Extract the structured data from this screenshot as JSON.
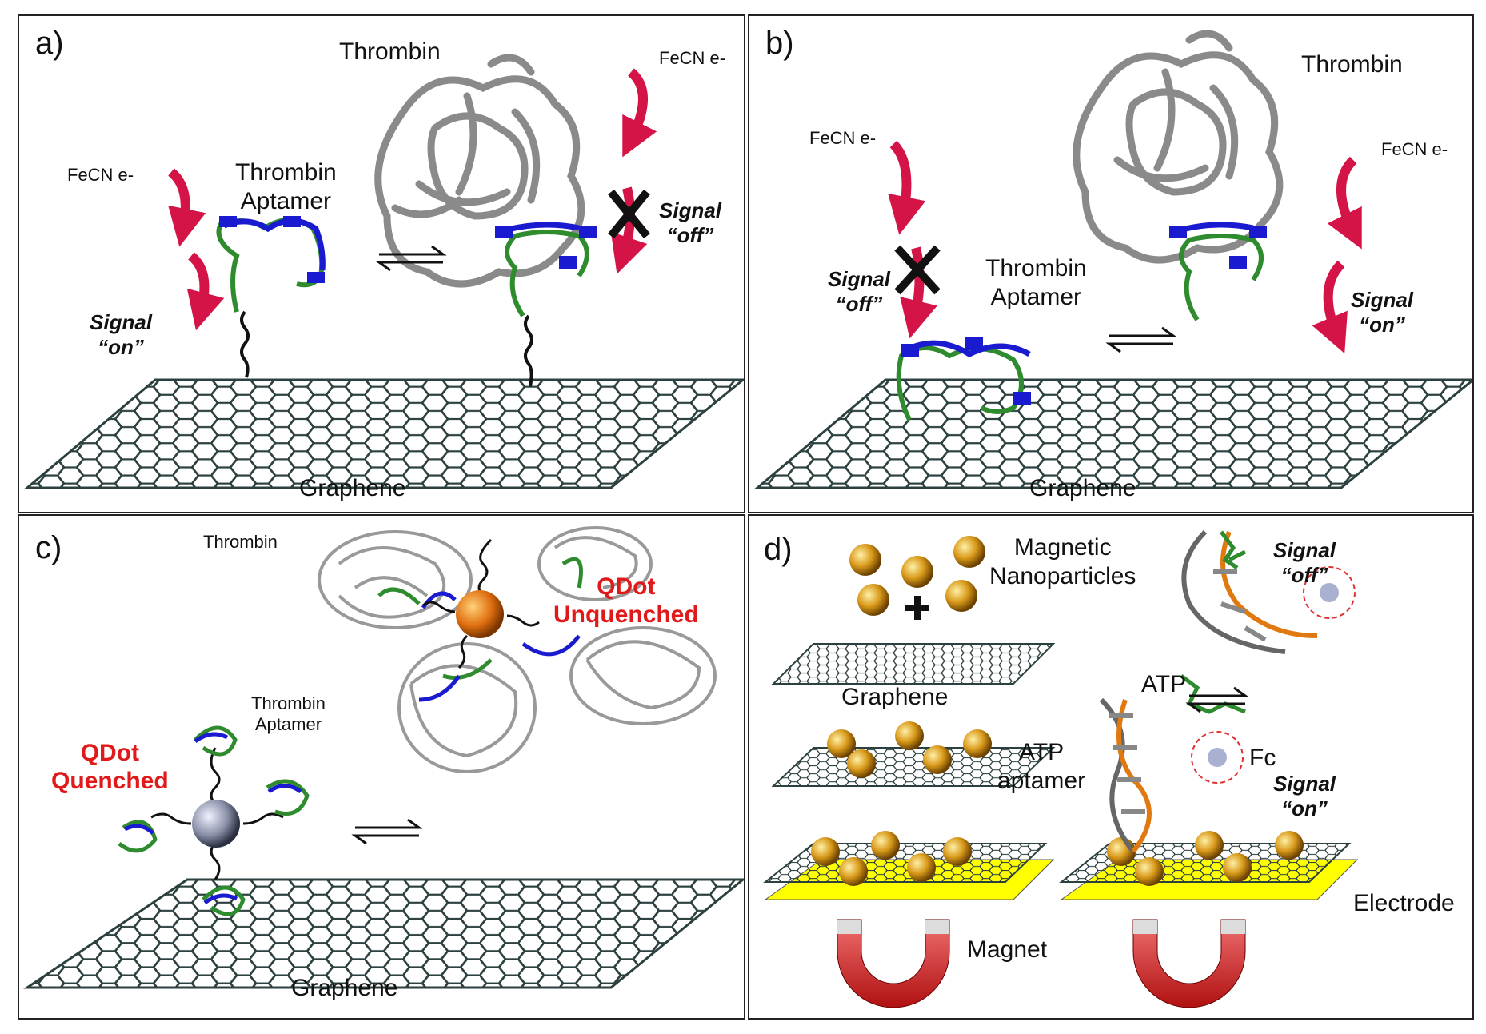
{
  "panels": {
    "a": {
      "label": "a)",
      "thrombin": "Thrombin",
      "aptamer_line1": "Thrombin",
      "aptamer_line2": "Aptamer",
      "fecn_left": "FeCN e-",
      "fecn_right": "FeCN e-",
      "signal_on_1": "Signal",
      "signal_on_2": "“on”",
      "signal_off_1": "Signal",
      "signal_off_2": "“off”",
      "graphene": "Graphene"
    },
    "b": {
      "label": "b)",
      "thrombin": "Thrombin",
      "aptamer_line1": "Thrombin",
      "aptamer_line2": "Aptamer",
      "fecn_left": "FeCN e-",
      "fecn_right": "FeCN e-",
      "signal_off_1": "Signal",
      "signal_off_2": "“off”",
      "signal_on_1": "Signal",
      "signal_on_2": "“on”",
      "graphene": "Graphene"
    },
    "c": {
      "label": "c)",
      "thrombin": "Thrombin",
      "aptamer_line1": "Thrombin",
      "aptamer_line2": "Aptamer",
      "unquenched_1": "QDot",
      "unquenched_2": "Unquenched",
      "quenched_1": "QDot",
      "quenched_2": "Quenched",
      "graphene": "Graphene"
    },
    "d": {
      "label": "d)",
      "mnp_1": "Magnetic",
      "mnp_2": "Nanoparticles",
      "graphene": "Graphene",
      "magnet": "Magnet",
      "atp": "ATP",
      "atp_aptamer_1": "ATP",
      "atp_aptamer_2": "aptamer",
      "fc": "Fc",
      "signal_off_1": "Signal",
      "signal_off_2": "“off”",
      "signal_on_1": "Signal",
      "signal_on_2": "“on”",
      "electrode": "Electrode"
    }
  },
  "colors": {
    "arrow_red": "#d41447",
    "aptamer_blue": "#1a1ad0",
    "aptamer_green": "#2e8b2e",
    "protein_gray": "#8a8a8a",
    "graphene_line": "#2c4040",
    "gold": "#d99a1a",
    "electrode_yellow": "#ffff00",
    "magnet_red": "#d42020",
    "qdot_orange": "#e07010",
    "qdot_gray": "#8a90a8",
    "label_red": "#e01a1a"
  }
}
